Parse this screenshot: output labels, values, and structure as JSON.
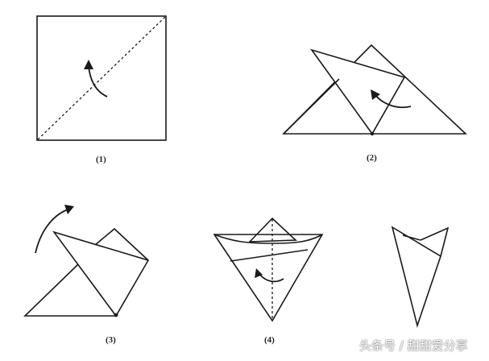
{
  "steps": [
    {
      "label": "(1)"
    },
    {
      "label": "(2)"
    },
    {
      "label": "(3)"
    },
    {
      "label": "(4)"
    },
    {
      "label": ""
    }
  ],
  "watermark": "头条号 / 甜甜爱分享",
  "colors": {
    "line": "#1a1a1a",
    "background": "#ffffff"
  }
}
